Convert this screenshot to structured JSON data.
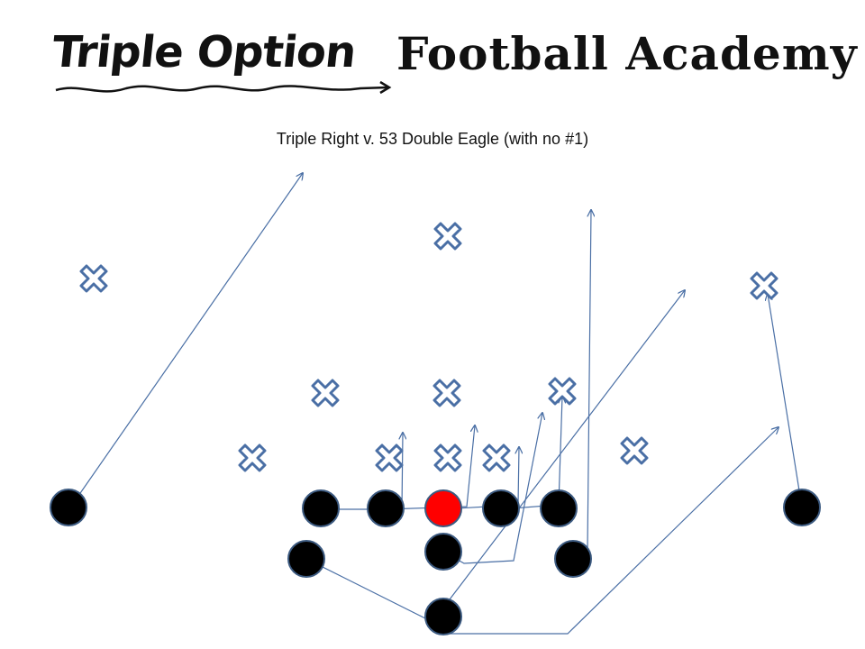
{
  "header": {
    "logo_part1": "Triple Option",
    "logo_part2": "Football Academy"
  },
  "play": {
    "title": "Triple Right v. 53 Double Eagle (with no #1)"
  },
  "colors": {
    "route": "#4a6fa5",
    "defender_fill": "#ffffff",
    "defender_stroke": "#4a6fa5",
    "player_fill": "#000000",
    "player_stroke": "#3c5a80",
    "center_fill": "#ff0000"
  },
  "legend": {
    "offense_icon": "filled-circle",
    "defense_icon": "x-mark",
    "center_icon": "red-circle"
  }
}
